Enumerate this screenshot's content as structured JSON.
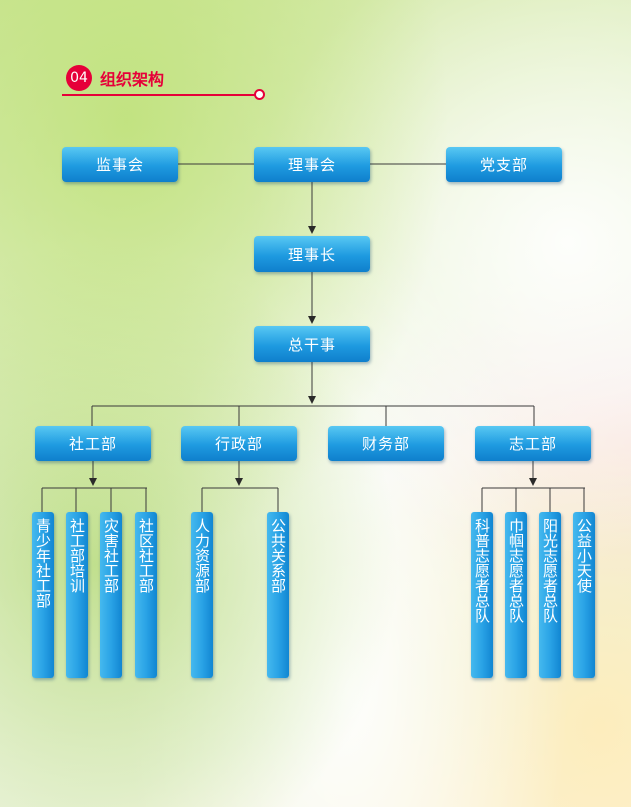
{
  "section": {
    "number": "04",
    "title": "组织架构"
  },
  "colors": {
    "accent": "#e60039",
    "box_blue": "#1e9ae0",
    "line": "#2a2a2a"
  },
  "nodes": {
    "jianshihui": "监事会",
    "lishihui": "理事会",
    "dangzhibu": "党支部",
    "lishizhang": "理事长",
    "zongganshi": "总干事",
    "shegongbu": "社工部",
    "xingzhengbu": "行政部",
    "caiwubu": "财务部",
    "zhigongbu": "志工部"
  },
  "shegong_children": [
    "青少年社工部",
    "社工部培训",
    "灾害社工部",
    "社区社工部"
  ],
  "xingzheng_children": [
    "人力资源部",
    "公共关系部"
  ],
  "zhigong_children": [
    "科普志愿者总队",
    "巾帼志愿者总队",
    "阳光志愿者总队",
    "公益小天使"
  ]
}
